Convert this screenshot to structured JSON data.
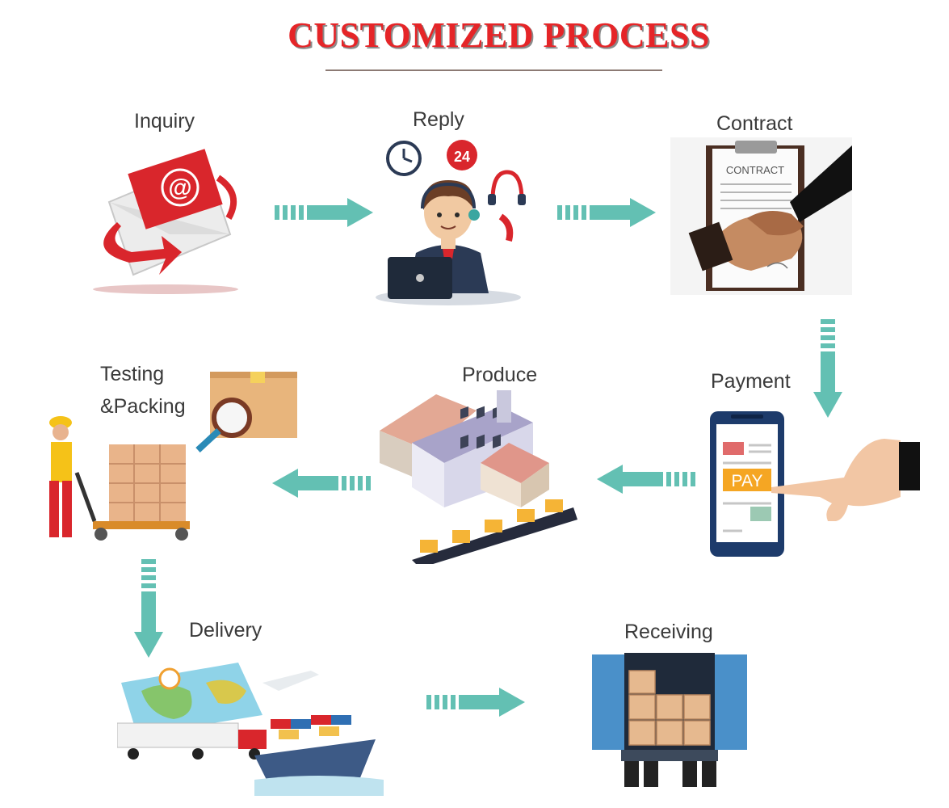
{
  "title": "CUSTOMIZED PROCESS",
  "steps": {
    "inquiry": "Inquiry",
    "reply": "Reply",
    "contract": "Contract",
    "payment": "Payment",
    "produce": "Produce",
    "testing_line1": "Testing",
    "testing_line2": "&Packing",
    "delivery": "Delivery",
    "receiving": "Receiving"
  },
  "illustration_text": {
    "email_symbol": "@",
    "reply_badge": "24",
    "contract_doc": "CONTRACT",
    "pay_button": "PAY"
  },
  "colors": {
    "title": "#e52528",
    "arrow": "#63c0b3",
    "label": "#3a3a3a"
  }
}
